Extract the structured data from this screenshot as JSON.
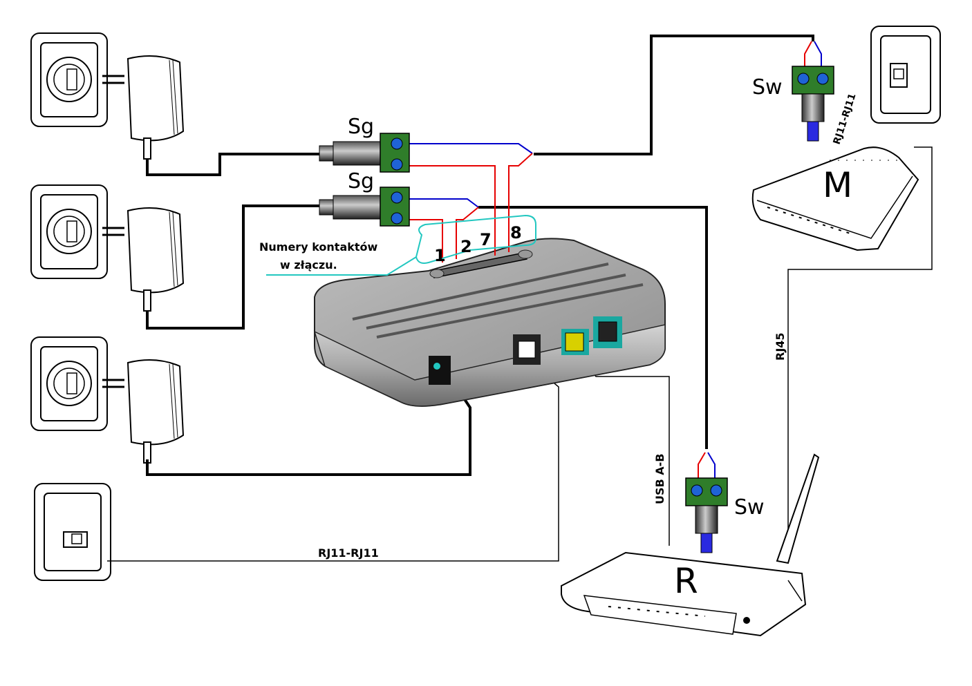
{
  "labels": {
    "sg_top": "Sg",
    "sg_bottom": "Sg",
    "sw_top": "Sw",
    "sw_bottom": "Sw",
    "pin_1": "1",
    "pin_2": "2",
    "pin_7": "7",
    "pin_8": "8",
    "contacts_line1": "Numery kontaktów",
    "contacts_line2": "w złączu.",
    "modem_letter": "M",
    "router_letter": "R",
    "rj11_bottom": "RJ11-RJ11",
    "rj11_top": "RJ11-RJ11",
    "usb": "USB A-B",
    "rj45": "RJ45"
  },
  "colors": {
    "wire_black": "#000000",
    "wire_red": "#e60000",
    "wire_blue": "#0000cc",
    "terminal_green": "#2f7d2a",
    "terminal_screw": "#1f63d6",
    "plug_blue": "#2a2ae0",
    "callout_cyan": "#22c7c0",
    "device_body": "#b0b0b0",
    "usb_yellow": "#d8d000"
  },
  "icons": [
    "wall-socket-icon",
    "power-adapter-icon",
    "rj11-wall-jack-icon",
    "screw-terminal-icon",
    "dc-plug-icon",
    "modem-icon",
    "router-icon",
    "antenna-icon"
  ]
}
